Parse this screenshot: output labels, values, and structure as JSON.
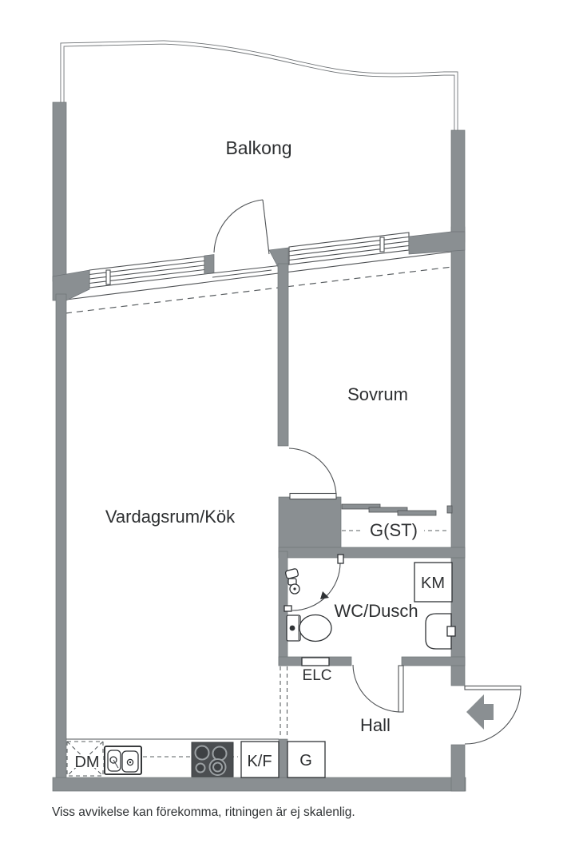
{
  "plan": {
    "rooms": {
      "balcony": "Balkong",
      "bedroom": "Sovrum",
      "living_kitchen": "Vardagsrum/Kök",
      "closet": "G(ST)",
      "bathroom": "WC/Dusch",
      "hall": "Hall"
    },
    "fixtures": {
      "washing_machine": "KM",
      "electrical_panel": "ELC",
      "dishwasher": "DM",
      "fridge_freezer": "K/F",
      "wardrobe": "G"
    },
    "disclaimer": "Viss avvikelse kan förekomma, ritningen är ej skalenlig.",
    "colors": {
      "wall": "#8a8f92",
      "line": "#4e5154",
      "stove": "#4b4e51",
      "text": "#2d2f31",
      "background": "#ffffff"
    }
  }
}
